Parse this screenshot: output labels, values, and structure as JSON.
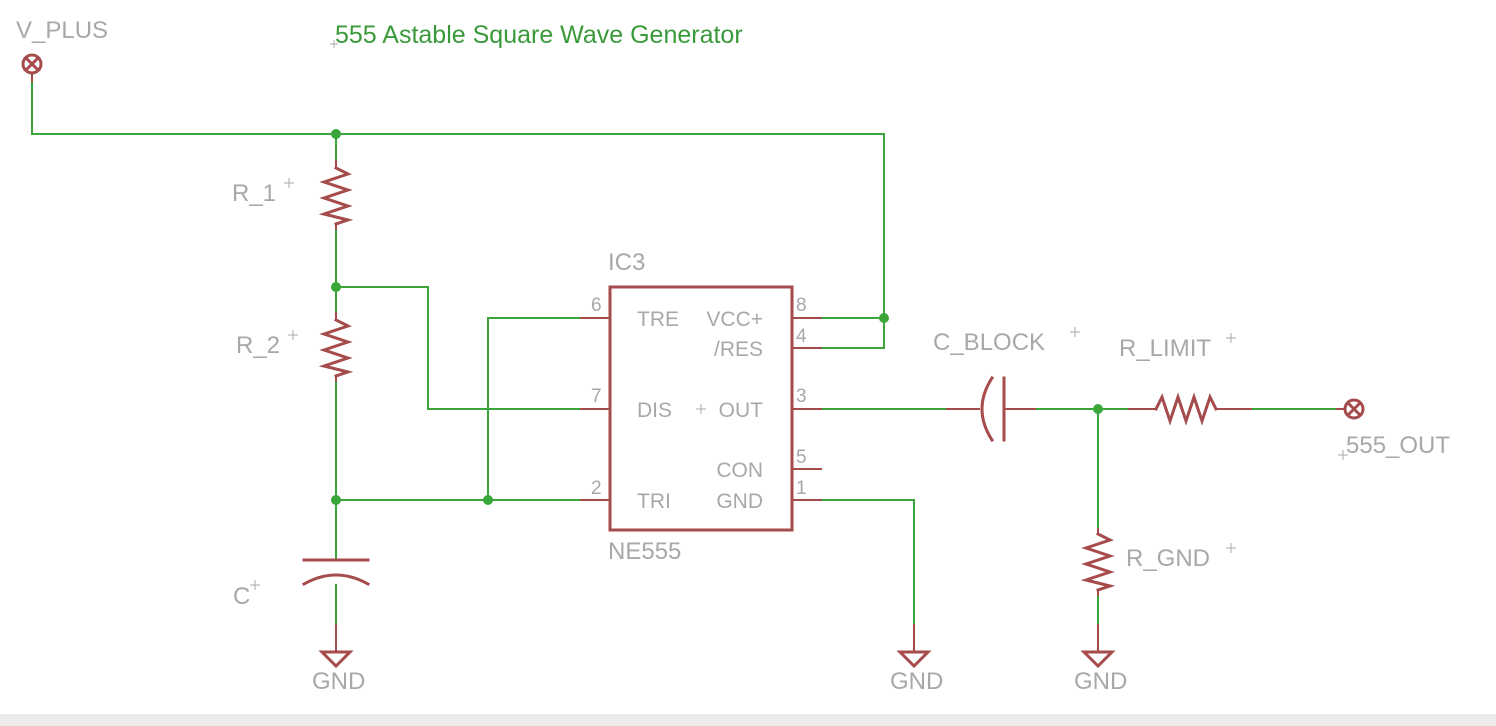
{
  "title": "555 Astable Square Wave Generator",
  "ports": {
    "in": "V_PLUS",
    "out": "555_OUT"
  },
  "ic": {
    "ref": "IC3",
    "value": "NE555",
    "pin_numbers": {
      "tre": "6",
      "vcc": "8",
      "res": "4",
      "dis": "7",
      "out": "3",
      "con": "5",
      "tri": "2",
      "gnd": "1"
    },
    "pin_names": {
      "tre": "TRE",
      "vcc": "VCC+",
      "res": "/RES",
      "dis": "DIS",
      "out": "OUT",
      "con": "CON",
      "tri": "TRI",
      "gnd": "GND"
    }
  },
  "parts": {
    "r1": "R_1",
    "r2": "R_2",
    "c": "C",
    "c_block": "C_BLOCK",
    "r_limit": "R_LIMIT",
    "r_gnd": "R_GND"
  },
  "ground": {
    "left": "GND",
    "middle": "GND",
    "right": "GND"
  },
  "colors": {
    "wire": "#3aa63a",
    "part": "#a64b4b",
    "label": "#a8a8a8",
    "title": "#3a9a3a"
  }
}
